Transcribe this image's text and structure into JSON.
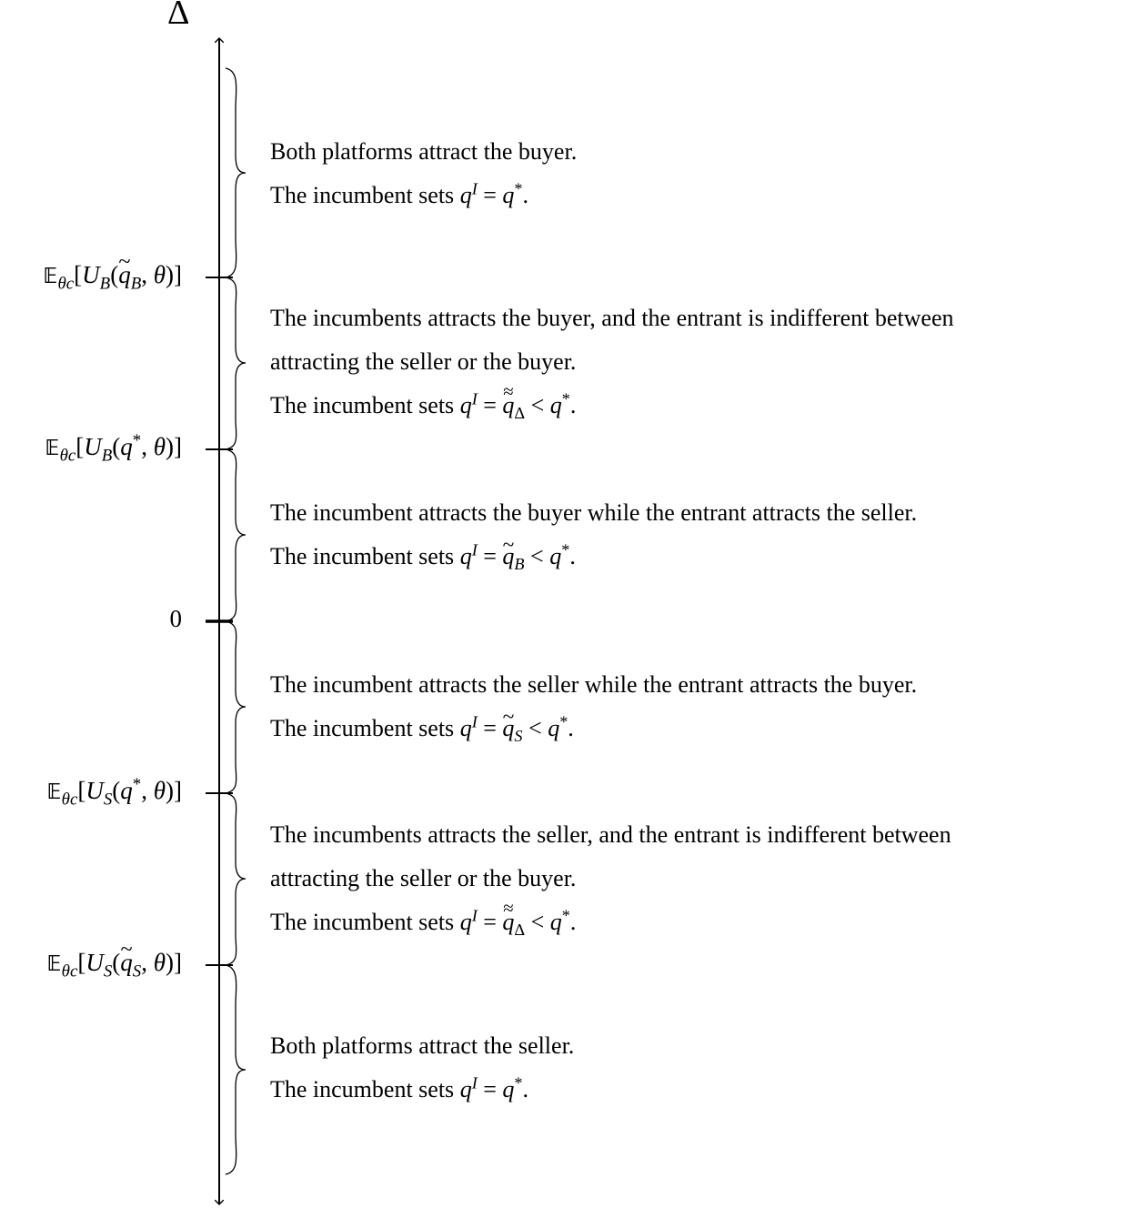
{
  "axis": {
    "title": "Δ"
  },
  "ticks": [
    {
      "id": "t1",
      "label_html": "<span class=\"bb\">𝔼</span><sub><span class=\"m\">θc</span></sub>[<span class=\"m\">U</span><sub><span class=\"m\">B</span></sub>(<span class=\"tilde m\">q</span><sub><span class=\"m\">B</span></sub>, <span class=\"m\">θ</span>)]",
      "label": "E_θc[U_B(q̃_B, θ)]"
    },
    {
      "id": "t2",
      "label_html": "<span class=\"bb\">𝔼</span><sub><span class=\"m\">θc</span></sub>[<span class=\"m\">U</span><sub><span class=\"m\">B</span></sub>(<span class=\"m\">q</span><sup>*</sup>, <span class=\"m\">θ</span>)]",
      "label": "E_θc[U_B(q*, θ)]"
    },
    {
      "id": "t3",
      "label_html": "0",
      "label": "0"
    },
    {
      "id": "t4",
      "label_html": "<span class=\"bb\">𝔼</span><sub><span class=\"m\">θc</span></sub>[<span class=\"m\">U</span><sub><span class=\"m\">S</span></sub>(<span class=\"m\">q</span><sup>*</sup>, <span class=\"m\">θ</span>)]",
      "label": "E_θc[U_S(q*, θ)]"
    },
    {
      "id": "t5",
      "label_html": "<span class=\"bb\">𝔼</span><sub><span class=\"m\">θc</span></sub>[<span class=\"m\">U</span><sub><span class=\"m\">S</span></sub>(<span class=\"tilde m\">q</span><sub><span class=\"m\">S</span></sub>, <span class=\"m\">θ</span>)]",
      "label": "E_θc[U_S(q̃_S, θ)]"
    }
  ],
  "regions": [
    {
      "id": "r1",
      "lines_html": [
        "Both platforms attract the buyer.",
        "The incumbent sets <span class=\"m\">q</span><sup><span class=\"m\">I</span></sup> = <span class=\"m\">q</span><sup>*</sup>."
      ]
    },
    {
      "id": "r2",
      "lines_html": [
        "The incumbents attracts the buyer, and the entrant is indifferent between",
        "attracting the seller or the buyer.",
        "The incumbent sets <span class=\"m\">q</span><sup><span class=\"m\">I</span></sup> = <span class=\"dtilde m\">q</span><sub>Δ</sub> &lt; <span class=\"m\">q</span><sup>*</sup>."
      ]
    },
    {
      "id": "r3",
      "lines_html": [
        "The incumbent attracts the buyer while the entrant attracts the seller.",
        "The incumbent sets <span class=\"m\">q</span><sup><span class=\"m\">I</span></sup> = <span class=\"tilde m\">q</span><sub><span class=\"m\">B</span></sub> &lt; <span class=\"m\">q</span><sup>*</sup>."
      ]
    },
    {
      "id": "r4",
      "lines_html": [
        "The incumbent attracts the seller while the entrant attracts the buyer.",
        "The incumbent sets <span class=\"m\">q</span><sup><span class=\"m\">I</span></sup> = <span class=\"tilde m\">q</span><sub><span class=\"m\">S</span></sub> &lt; <span class=\"m\">q</span><sup>*</sup>."
      ]
    },
    {
      "id": "r5",
      "lines_html": [
        "The incumbents attracts the seller, and the entrant is indifferent between",
        "attracting the seller or the buyer.",
        "The incumbent sets <span class=\"m\">q</span><sup><span class=\"m\">I</span></sup> = <span class=\"dtilde m\">q</span><sub>Δ</sub> &lt; <span class=\"m\">q</span><sup>*</sup>."
      ]
    },
    {
      "id": "r6",
      "lines_html": [
        "Both platforms attract the seller.",
        "The incumbent sets <span class=\"m\">q</span><sup><span class=\"m\">I</span></sup> = <span class=\"m\">q</span><sup>*</sup>."
      ]
    }
  ]
}
